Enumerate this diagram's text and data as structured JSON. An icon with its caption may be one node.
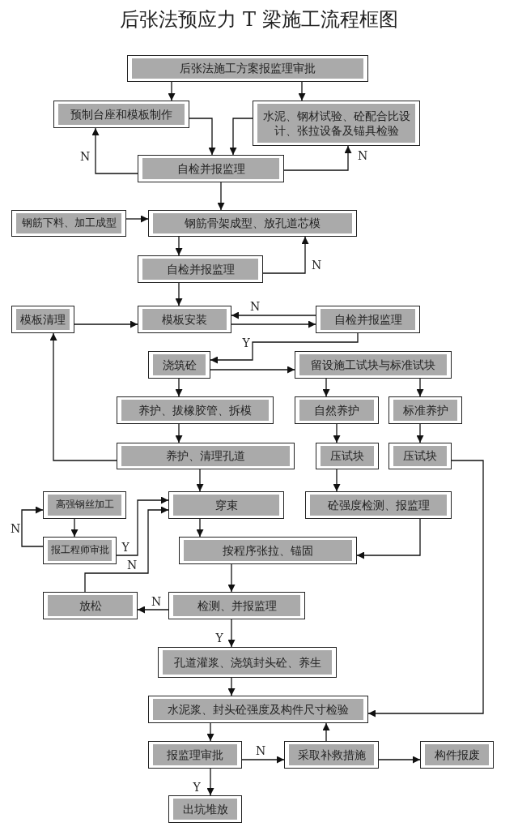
{
  "diagram": {
    "title": "后张法预应力 T 梁施工流程框图",
    "nodes": [
      {
        "text": [
          "后张法施工方案报监理审批"
        ]
      },
      {
        "text": [
          "预制台座和模板制作"
        ]
      },
      {
        "text": [
          "水泥、钢材试验、砼配合比设计、张拉设备及锚具检验"
        ]
      },
      {
        "text": [
          "自检并报监理"
        ]
      },
      {
        "text": [
          "钢筋下料、加工成型"
        ]
      },
      {
        "text": [
          "钢筋骨架成型、放孔道芯模"
        ]
      },
      {
        "text": [
          "自检并报监理"
        ]
      },
      {
        "text": [
          "模板清理"
        ]
      },
      {
        "text": [
          "模板安装"
        ]
      },
      {
        "text": [
          "自检并报监理"
        ]
      },
      {
        "text": [
          "浇筑砼"
        ]
      },
      {
        "text": [
          "留设施工试块与标准试块"
        ]
      },
      {
        "text": [
          "养护、拔橡胶管、拆模"
        ]
      },
      {
        "text": [
          "自然养护"
        ]
      },
      {
        "text": [
          "标准养护"
        ]
      },
      {
        "text": [
          "养护、清理孔道"
        ]
      },
      {
        "text": [
          "压试块"
        ]
      },
      {
        "text": [
          "压试块"
        ]
      },
      {
        "text": [
          "高强钢丝加工"
        ]
      },
      {
        "text": [
          "报工程师审批"
        ]
      },
      {
        "text": [
          "穿束"
        ]
      },
      {
        "text": [
          "砼强度检测、报监理"
        ]
      },
      {
        "text": [
          "按程序张拉、锚固"
        ]
      },
      {
        "text": [
          "放松"
        ]
      },
      {
        "text": [
          "检测、并报监理"
        ]
      },
      {
        "text": [
          "孔道灌浆、浇筑封头砼、养生"
        ]
      },
      {
        "text": [
          "水泥浆、封头砼强度及构件尺寸检验"
        ]
      },
      {
        "text": [
          "报监理审批"
        ]
      },
      {
        "text": [
          "采取补救措施"
        ]
      },
      {
        "text": [
          "构件报废"
        ]
      },
      {
        "text": [
          "出坑堆放"
        ]
      }
    ],
    "edges": [
      {
        "from": 0,
        "to": 1,
        "arrow": "to"
      },
      {
        "from": 0,
        "to": 2,
        "arrow": "to"
      },
      {
        "from": 1,
        "to": 3,
        "arrow": "to"
      },
      {
        "from": 2,
        "to": 3,
        "arrow": "to"
      },
      {
        "from": 3,
        "to": 1,
        "arrow": "to",
        "label": "N"
      },
      {
        "from": 3,
        "to": 2,
        "arrow": "to",
        "label": "N"
      },
      {
        "from": 3,
        "to": 5,
        "arrow": "to"
      },
      {
        "from": 4,
        "to": 5,
        "arrow": "to"
      },
      {
        "from": 5,
        "to": 6,
        "arrow": "to"
      },
      {
        "from": 6,
        "to": 5,
        "arrow": "to",
        "label": "N"
      },
      {
        "from": 6,
        "to": 8,
        "arrow": "to"
      },
      {
        "from": 7,
        "to": 8,
        "arrow": "to"
      },
      {
        "from": 8,
        "to": 9,
        "arrow": "to"
      },
      {
        "from": 9,
        "to": 8,
        "arrow": "to",
        "label": "N"
      },
      {
        "from": 9,
        "to": 10,
        "arrow": "to",
        "label": "Y"
      },
      {
        "from": 10,
        "to": 11,
        "arrow": "to"
      },
      {
        "from": 10,
        "to": 12,
        "arrow": "to"
      },
      {
        "from": 11,
        "to": 13,
        "arrow": "to"
      },
      {
        "from": 11,
        "to": 14,
        "arrow": "to"
      },
      {
        "from": 12,
        "to": 15,
        "arrow": "to"
      },
      {
        "from": 13,
        "to": 16,
        "arrow": "to"
      },
      {
        "from": 14,
        "to": 17,
        "arrow": "to"
      },
      {
        "from": 15,
        "to": 7,
        "arrow": "to"
      },
      {
        "from": 15,
        "to": 20,
        "arrow": "to"
      },
      {
        "from": 16,
        "to": 21,
        "arrow": "to"
      },
      {
        "from": 17,
        "to": 26,
        "arrow": "to"
      },
      {
        "from": 18,
        "to": 19,
        "arrow": "to"
      },
      {
        "from": 19,
        "to": 18,
        "arrow": "to",
        "label": "N"
      },
      {
        "from": 19,
        "to": 20,
        "arrow": "to",
        "label": "Y"
      },
      {
        "from": 23,
        "to": 20,
        "arrow": "to",
        "label": "N"
      },
      {
        "from": 21,
        "to": 22,
        "arrow": "to"
      },
      {
        "from": 20,
        "to": 22,
        "arrow": "to"
      },
      {
        "from": 22,
        "to": 24,
        "arrow": "to"
      },
      {
        "from": 24,
        "to": 23,
        "arrow": "to",
        "label": "N"
      },
      {
        "from": 24,
        "to": 25,
        "arrow": "to",
        "label": "Y"
      },
      {
        "from": 25,
        "to": 26,
        "arrow": "to"
      },
      {
        "from": 26,
        "to": 27,
        "arrow": "to"
      },
      {
        "from": 27,
        "to": 28,
        "arrow": "to",
        "label": "N"
      },
      {
        "from": 28,
        "to": 26,
        "arrow": "to"
      },
      {
        "from": 28,
        "to": 29,
        "arrow": "to"
      },
      {
        "from": 27,
        "to": 30,
        "arrow": "to",
        "label": "Y"
      }
    ]
  }
}
